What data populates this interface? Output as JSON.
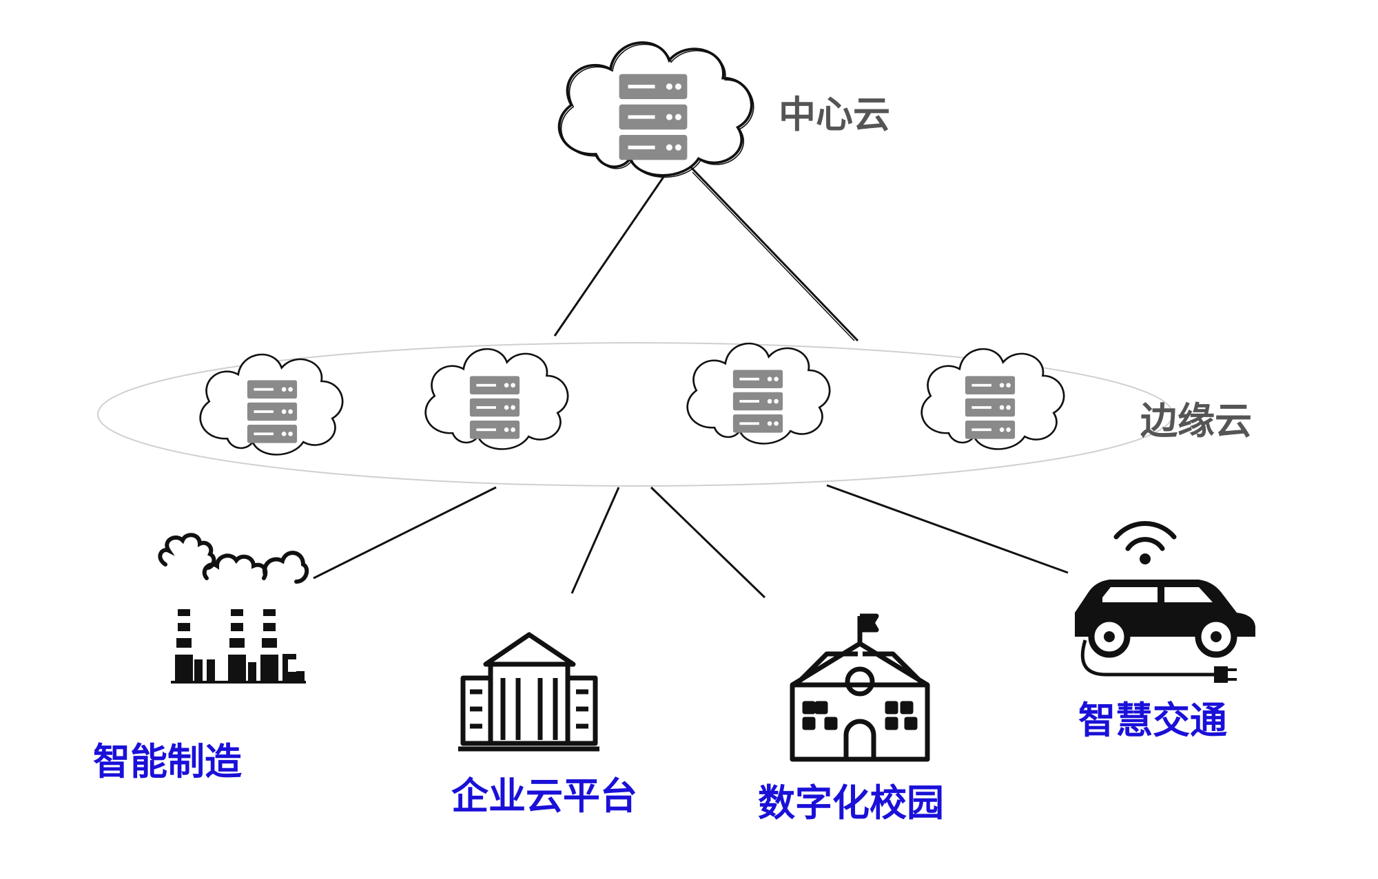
{
  "colors": {
    "line": "#111111",
    "server": "#8a8a8a",
    "label_gray": "#555555",
    "label_blue": "#1a10d8",
    "ellipse": "#cfcfcf"
  },
  "center_cloud": {
    "label": "中心云",
    "icon": "server-icon"
  },
  "edge_layer": {
    "label": "边缘云",
    "node_count": 4,
    "icon": "server-icon"
  },
  "applications": [
    {
      "id": "manufacturing",
      "label": "智能制造",
      "icon": "factory-icon"
    },
    {
      "id": "enterprise",
      "label": "企业云平台",
      "icon": "enterprise-building-icon"
    },
    {
      "id": "campus",
      "label": "数字化校园",
      "icon": "school-icon"
    },
    {
      "id": "transport",
      "label": "智慧交通",
      "icon": "connected-car-icon"
    }
  ]
}
